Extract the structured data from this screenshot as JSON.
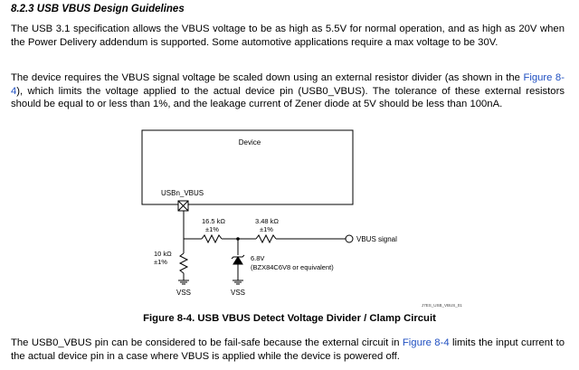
{
  "section": {
    "heading": "8.2.3 USB VBUS Design Guidelines"
  },
  "paragraph1": {
    "text": "The USB 3.1 specification allows the VBUS voltage to be as high as 5.5V for normal operation, and as high as 20V when the Power Delivery addendum is supported. Some automotive applications require a max voltage to be 30V."
  },
  "paragraph2": {
    "text_before": "The device requires the VBUS signal voltage be scaled down using an external resistor divider (as shown in the ",
    "link": "Figure 8-4",
    "text_after": "), which limits the voltage applied to the actual device pin (USB0_VBUS). The tolerance of these external resistors should be equal to or less than 1%, and the leakage current of Zener diode at 5V should be less than 100nA."
  },
  "figure": {
    "device_label": "Device",
    "pin_label": "USBn_VBUS",
    "r_series1": {
      "value": "16.5 kΩ",
      "tol": "±1%"
    },
    "r_series2": {
      "value": "3.48 kΩ",
      "tol": "±1%"
    },
    "r_shunt": {
      "value": "10 kΩ",
      "tol": "±1%"
    },
    "zener": {
      "value": "6.8V",
      "part": "(BZX84C6V8 or equivalent)"
    },
    "signal_label": "VBUS signal",
    "ground_left": "VSS",
    "ground_right": "VSS",
    "figure_id": "J7ES_USB_VBUS_01",
    "caption": "Figure 8-4. USB VBUS Detect Voltage Divider / Clamp Circuit"
  },
  "paragraph3": {
    "text_before": "The USB0_VBUS pin can be considered to be fail-safe because the external circuit in ",
    "link": "Figure 8-4",
    "text_after": " limits the input current to the actual device pin in a case where VBUS is applied while the device is powered off."
  }
}
